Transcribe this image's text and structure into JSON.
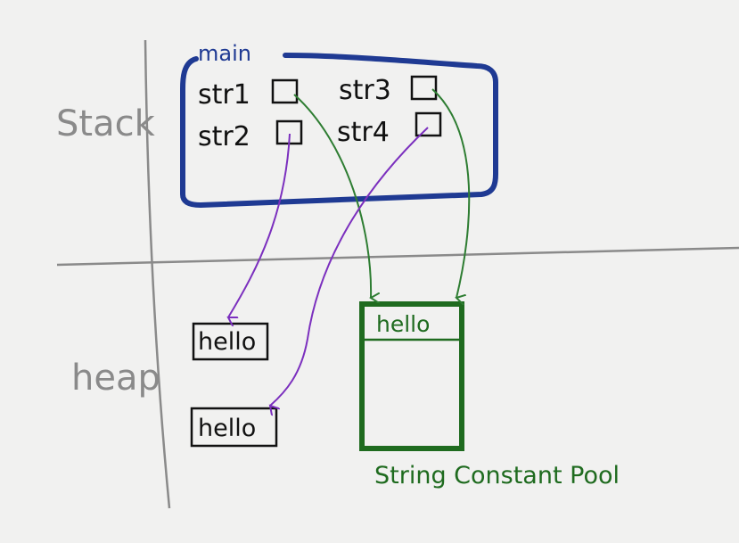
{
  "regions": {
    "stack_label": "Stack",
    "heap_label": "heap"
  },
  "frame": {
    "name": "main",
    "color": "#1f3a93"
  },
  "variables": [
    {
      "id": "str1",
      "label": "str1"
    },
    {
      "id": "str2",
      "label": "str2"
    },
    {
      "id": "str3",
      "label": "str3"
    },
    {
      "id": "str4",
      "label": "str4"
    }
  ],
  "heap_objects": [
    {
      "id": "heap1",
      "text": "hello"
    },
    {
      "id": "heap2",
      "text": "hello"
    }
  ],
  "pool": {
    "label": "String Constant Pool",
    "entry": "hello",
    "color": "#1f6b1f"
  },
  "references": [
    {
      "from": "str1",
      "to": "pool",
      "color": "#2e7d32"
    },
    {
      "from": "str3",
      "to": "pool",
      "color": "#2e7d32"
    },
    {
      "from": "str2",
      "to": "heap1",
      "color": "#7b2fbe"
    },
    {
      "from": "str4",
      "to": "heap2",
      "color": "#7b2fbe"
    }
  ]
}
